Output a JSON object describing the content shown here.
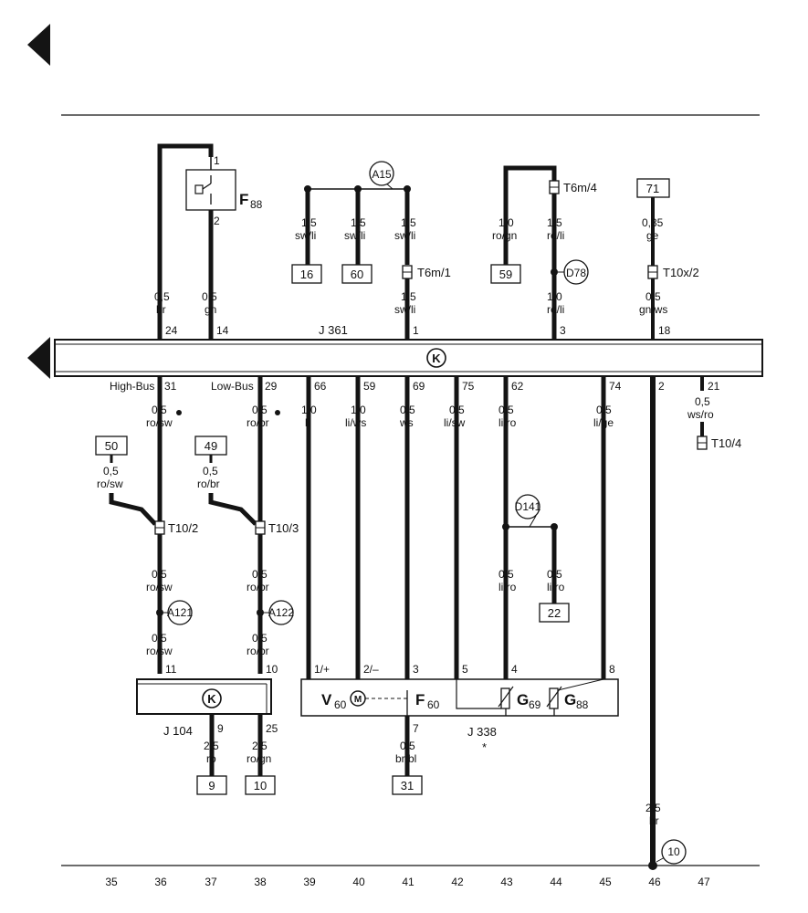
{
  "colors": {
    "wire": "#141414",
    "background": "#ffffff"
  },
  "icons": {
    "nav_marker": "triangle-left-icon",
    "can_symbol": "circled-k-icon",
    "motor": "circled-m-icon",
    "connector": "plug-connector-icon",
    "switch": "pressure-switch-icon"
  },
  "modules": {
    "j361": "J 361",
    "j104": "J 104",
    "j338": "J 338",
    "j338_note": "*",
    "k": "K"
  },
  "bus_labels": {
    "high": "High-Bus",
    "low": "Low-Bus"
  },
  "components": {
    "f88": "F",
    "f88_sub": "88",
    "v60": "V",
    "v60_sub": "60",
    "f60": "F",
    "f60_sub": "60",
    "g69": "G",
    "g69_sub": "69",
    "g88": "G",
    "g88_sub": "88",
    "m": "M"
  },
  "ground_points": {
    "a15": "A15",
    "d78": "D78",
    "d141": "D141",
    "a121": "A121",
    "a122": "A122",
    "g10": "10"
  },
  "connectors": {
    "t6m4": "T6m/4",
    "t6m1": "T6m/1",
    "t10x2": "T10x/2",
    "t10_4": "T10/4",
    "t10_2": "T10/2",
    "t10_3": "T10/3"
  },
  "ref_boxes": {
    "b16": "16",
    "b60": "60",
    "b59": "59",
    "b71": "71",
    "b50": "50",
    "b49": "49",
    "b22": "22",
    "b9": "9",
    "b10": "10",
    "b31": "31"
  },
  "pins": {
    "top": {
      "p24": "24",
      "p14": "14",
      "p1": "1",
      "p3": "3",
      "p18": "18"
    },
    "bottom": {
      "p31": "31",
      "p29": "29",
      "p66": "66",
      "p59": "59",
      "p69": "69",
      "p75": "75",
      "p62": "62",
      "p74": "74",
      "p2": "2",
      "p21": "21"
    },
    "f88": {
      "p1": "1",
      "p2": "2"
    },
    "j104": {
      "p11": "11",
      "p10": "10",
      "p9": "9",
      "p25": "25"
    },
    "j338": {
      "p1": "1/+",
      "p2": "2/–",
      "p3": "3",
      "p5": "5",
      "p4": "4",
      "p8": "8",
      "p7": "7"
    }
  },
  "wires": {
    "w1": {
      "size": "0,5",
      "color": "br"
    },
    "w2": {
      "size": "0,5",
      "color": "gn"
    },
    "w3": {
      "size": "1,5",
      "color": "sw/li"
    },
    "w4": {
      "size": "1,5",
      "color": "sw/li"
    },
    "w5": {
      "size": "1,5",
      "color": "sw/li"
    },
    "w6": {
      "size": "1,5",
      "color": "sw/li"
    },
    "w7": {
      "size": "1,0",
      "color": "ro/gn"
    },
    "w8": {
      "size": "1,5",
      "color": "ro/li"
    },
    "w9": {
      "size": "1,0",
      "color": "ro/li"
    },
    "w10": {
      "size": "0,35",
      "color": "ge"
    },
    "w11": {
      "size": "0,5",
      "color": "gn/ws"
    },
    "w12": {
      "size": "0,5",
      "color": "ro/sw"
    },
    "w13": {
      "size": "0,5",
      "color": "ro/br"
    },
    "w14": {
      "size": "1,0",
      "color": "li"
    },
    "w15": {
      "size": "1,0",
      "color": "li/ws"
    },
    "w16": {
      "size": "0,5",
      "color": "ws"
    },
    "w17": {
      "size": "0,5",
      "color": "li/sw"
    },
    "w18": {
      "size": "0,5",
      "color": "li/ro"
    },
    "w19": {
      "size": "0,5",
      "color": "li/ge"
    },
    "w20": {
      "size": "0,5",
      "color": "ws/ro"
    },
    "w21": {
      "size": "0,5",
      "color": "ro/sw"
    },
    "w22": {
      "size": "0,5",
      "color": "ro/br"
    },
    "w23": {
      "size": "0,5",
      "color": "ro/sw"
    },
    "w24": {
      "size": "0,5",
      "color": "ro/br"
    },
    "w25": {
      "size": "0,5",
      "color": "ro/sw"
    },
    "w26": {
      "size": "0,5",
      "color": "ro/br"
    },
    "w27": {
      "size": "0,5",
      "color": "li/ro"
    },
    "w28": {
      "size": "0,5",
      "color": "li/ro"
    },
    "w29": {
      "size": "2,5",
      "color": "ro"
    },
    "w30": {
      "size": "2,5",
      "color": "ro/gn"
    },
    "w31": {
      "size": "0,5",
      "color": "br/bl"
    },
    "w32": {
      "size": "2,5",
      "color": "br"
    }
  },
  "columns": [
    "35",
    "36",
    "37",
    "38",
    "39",
    "40",
    "41",
    "42",
    "43",
    "44",
    "45",
    "46",
    "47"
  ]
}
